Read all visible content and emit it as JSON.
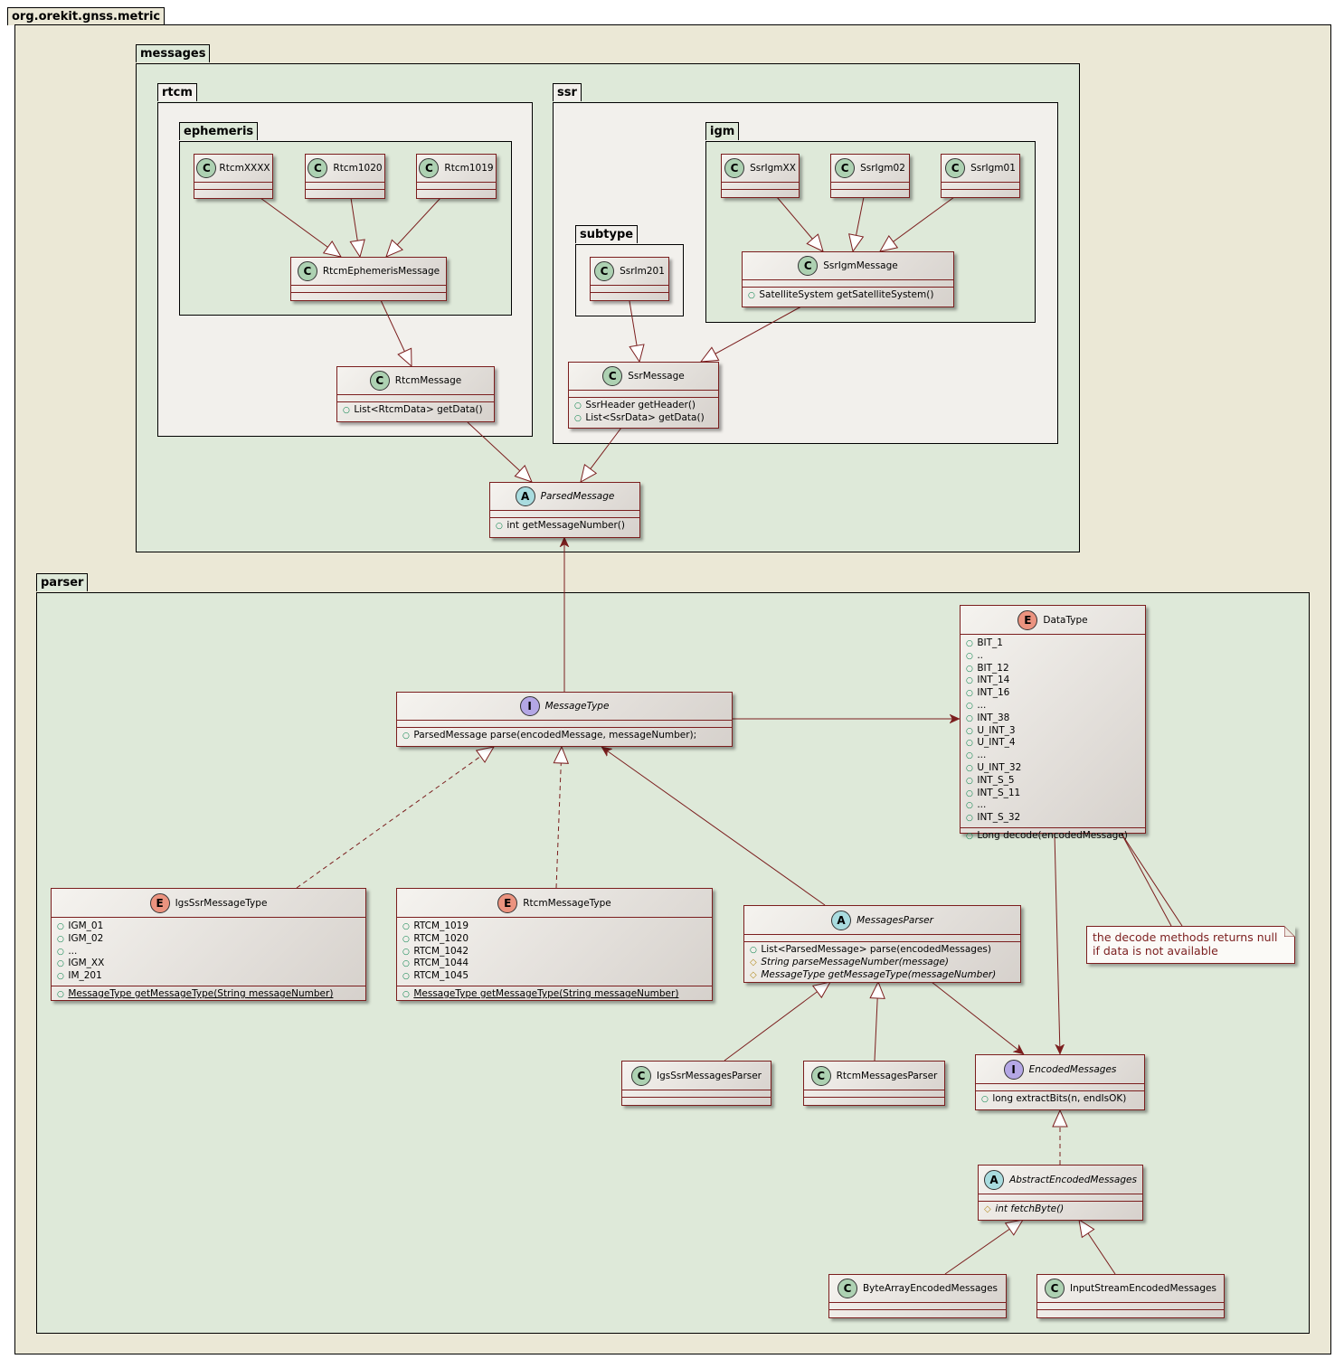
{
  "packages": {
    "root": "org.orekit.gnss.metric",
    "messages": "messages",
    "rtcm": "rtcm",
    "ephemeris": "ephemeris",
    "ssr": "ssr",
    "igm": "igm",
    "subtype": "subtype",
    "parser": "parser"
  },
  "classes": {
    "rtcmxxxx": {
      "name": "RtcmXXXX"
    },
    "rtcm1020": {
      "name": "Rtcm1020"
    },
    "rtcm1019": {
      "name": "Rtcm1019"
    },
    "rtcm_ephemeris_message": {
      "name": "RtcmEphemerisMessage"
    },
    "rtcm_message": {
      "name": "RtcmMessage",
      "methods": [
        "List<RtcmData> getData()"
      ]
    },
    "ssrigmxx": {
      "name": "SsrIgmXX"
    },
    "ssrigm02": {
      "name": "SsrIgm02"
    },
    "ssrigm01": {
      "name": "SsrIgm01"
    },
    "ssrigm_message": {
      "name": "SsrIgmMessage",
      "methods": [
        "SatelliteSystem getSatelliteSystem()"
      ]
    },
    "ssrim201": {
      "name": "SsrIm201"
    },
    "ssr_message": {
      "name": "SsrMessage",
      "methods": [
        "SsrHeader getHeader()",
        "List<SsrData> getData()"
      ]
    },
    "parsed_message": {
      "name": "ParsedMessage",
      "methods": [
        "int getMessageNumber()"
      ]
    },
    "message_type": {
      "name": "MessageType",
      "methods": [
        "ParsedMessage parse(encodedMessage, messageNumber);"
      ]
    },
    "data_type": {
      "name": "DataType",
      "fields": [
        "BIT_1",
        "..",
        "BIT_12",
        "INT_14",
        "INT_16",
        "...",
        "INT_38",
        "U_INT_3",
        "U_INT_4",
        "...",
        "U_INT_32",
        "INT_S_5",
        "INT_S_11",
        "...",
        "INT_S_32"
      ],
      "methods": [
        "Long decode(encodedMessage)"
      ]
    },
    "igs_ssr_message_type": {
      "name": "IgsSsrMessageType",
      "fields": [
        "IGM_01",
        "IGM_02",
        "...",
        "IGM_XX",
        "IM_201"
      ],
      "methods": [
        "MessageType getMessageType(String messageNumber)"
      ]
    },
    "rtcm_message_type": {
      "name": "RtcmMessageType",
      "fields": [
        "RTCM_1019",
        "RTCM_1020",
        "RTCM_1042",
        "RTCM_1044",
        "RTCM_1045"
      ],
      "methods": [
        "MessageType getMessageType(String messageNumber)"
      ]
    },
    "messages_parser": {
      "name": "MessagesParser",
      "methods": [
        "List<ParsedMessage> parse(encodedMessages)",
        "String parseMessageNumber(message)",
        "MessageType getMessageType(messageNumber)"
      ]
    },
    "igs_ssr_messages_parser": {
      "name": "IgsSsrMessagesParser"
    },
    "rtcm_messages_parser": {
      "name": "RtcmMessagesParser"
    },
    "encoded_messages": {
      "name": "EncodedMessages",
      "methods": [
        "long extractBits(n, endIsOK)"
      ]
    },
    "abstract_encoded_messages": {
      "name": "AbstractEncodedMessages",
      "methods": [
        "int fetchByte()"
      ]
    },
    "byte_array_encoded_messages": {
      "name": "ByteArrayEncodedMessages"
    },
    "input_stream_encoded_messages": {
      "name": "InputStreamEncodedMessages"
    }
  },
  "stereotype_badges": {
    "class": "C",
    "abstract": "A",
    "interface": "I",
    "enum": "E"
  },
  "note": {
    "line1": "the decode methods returns null",
    "line2": "if data is not available"
  },
  "colors": {
    "root_fill": "#ebe8d6",
    "messages_fill": "#dee9d9",
    "inner_fill": "#f2f0ec",
    "border": "#7b1e1e",
    "class_badge": "#add1b2",
    "abstract_badge": "#a9dcdf",
    "interface_badge": "#b4a7e5",
    "enum_badge": "#eb937f"
  }
}
